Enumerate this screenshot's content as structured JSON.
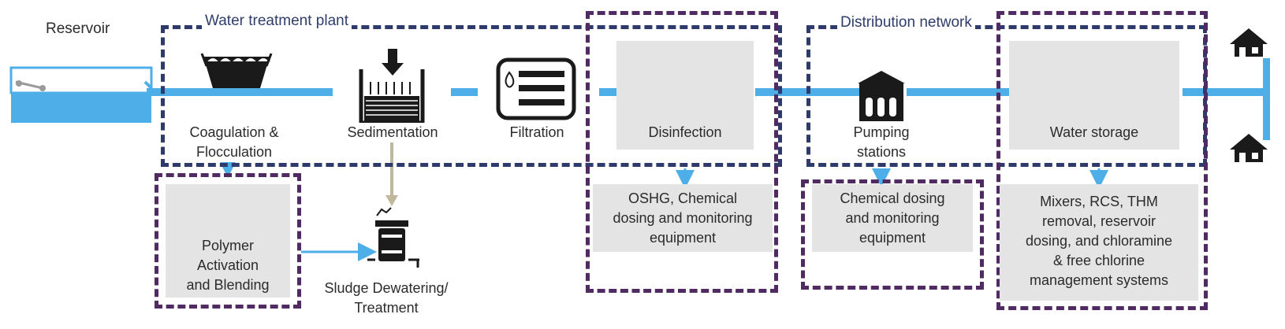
{
  "sections": {
    "reservoir": "Reservoir",
    "treatment_plant": "Water treatment plant",
    "distribution_network": "Distribution network"
  },
  "stages": {
    "coagulation": "Coagulation &\nFlocculation",
    "sedimentation": "Sedimentation",
    "filtration": "Filtration",
    "disinfection": "Disinfection",
    "pumping": "Pumping\nstations",
    "storage": "Water storage"
  },
  "equipment": {
    "polymer": "Polymer\nActivation\nand Blending",
    "sludge": "Sludge Dewatering/\nTreatment",
    "oshg": "OSHG, Chemical\ndosing and monitoring\nequipment",
    "dosing": "Chemical dosing\nand monitoring\nequipment",
    "mixers": "Mixers, RCS, THM\nremoval, reservoir\ndosing, and chloramine\n& free chlorine\nmanagement systems"
  },
  "colors": {
    "pipe": "#4daee8",
    "navy_dash": "#2e3a6b",
    "purple_dash": "#4f2a63",
    "box_fill": "#e4e4e4",
    "sludge_arrow": "#bfb89c",
    "icon": "#1a1a1a"
  },
  "icons": [
    "basin-icon",
    "sedimentation-tank-icon",
    "filter-icon",
    "chemical-drum-icon",
    "pump-station-icon",
    "storage-tank-icon",
    "water-tower-icon",
    "house-icon",
    "mixer-icon",
    "dewatering-press-icon"
  ]
}
